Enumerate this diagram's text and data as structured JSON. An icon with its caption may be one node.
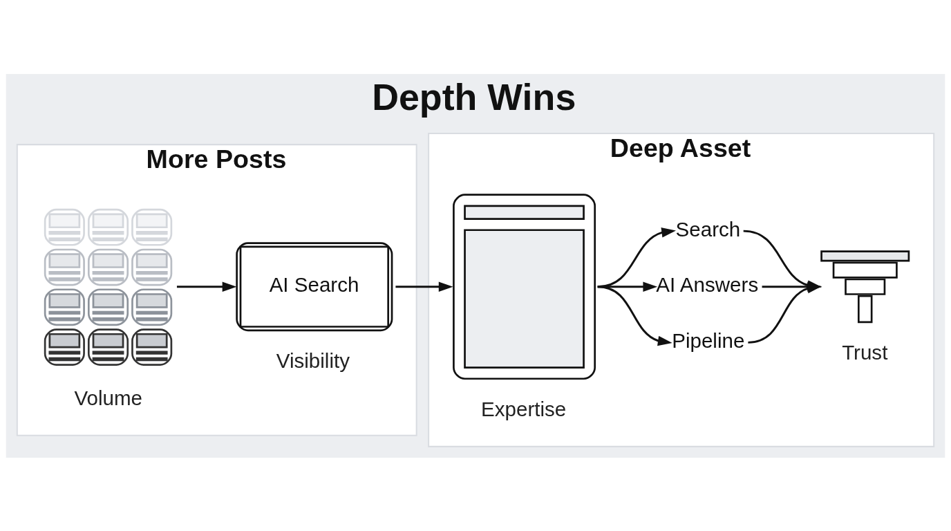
{
  "diagram": {
    "title": "Depth Wins",
    "nodes": [
      {
        "text": [
          "More Posts"
        ]
      },
      {
        "text": [],
        "shape": "picture",
        "in": 0,
        "beside": [
          "Volume"
        ]
      },
      {
        "text": [
          "AI Search"
        ],
        "in": 0,
        "beside": [
          "Visibility"
        ]
      },
      {
        "text": [
          "Deep Asset"
        ]
      },
      {
        "text": [],
        "shape": "picture",
        "in": 3,
        "beside": [
          "Expertise"
        ]
      },
      {
        "text": [
          "Search"
        ],
        "in": 3
      },
      {
        "text": [
          "AI Answers"
        ],
        "in": 3
      },
      {
        "text": [
          "Pipeline"
        ],
        "in": 3
      },
      {
        "text": [],
        "shape": "picture",
        "in": 3,
        "beside": [
          "Trust"
        ]
      }
    ],
    "edges": [
      {
        "from": 1,
        "to": 2,
        "arrow": "to"
      },
      {
        "from": 2,
        "to": 4,
        "arrow": "to"
      },
      {
        "from": 4,
        "to": 5,
        "arrow": "to"
      },
      {
        "from": 4,
        "to": 6,
        "arrow": "to"
      },
      {
        "from": 4,
        "to": 7,
        "arrow": "to"
      },
      {
        "from": 5,
        "to": 8,
        "arrow": "to"
      },
      {
        "from": 6,
        "to": 8,
        "arrow": "to"
      },
      {
        "from": 7,
        "to": 8,
        "arrow": "to"
      }
    ]
  }
}
